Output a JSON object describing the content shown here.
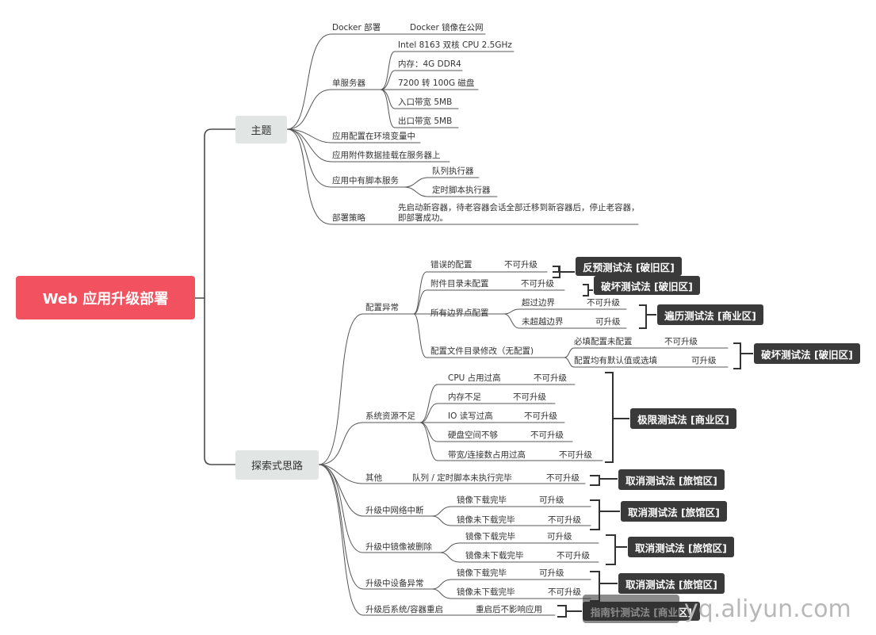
{
  "root": {
    "label": "Web 应用升级部署"
  },
  "branch_topic": {
    "label": "主题"
  },
  "branch_explore": {
    "label": "探索式思路"
  },
  "topic": {
    "docker_deploy": "Docker 部署",
    "docker_image": "Docker 镜像在公网",
    "single_server": "单服务器",
    "cpu": "Intel 8163 双核 CPU 2.5GHz",
    "memory": "内存：4G DDR4",
    "disk": "7200 转 100G 磁盘",
    "inbound": "入口带宽 5MB",
    "outbound": "出口带宽 5MB",
    "env_config": "应用配置在环境变量中",
    "attachment": "应用附件数据挂载在服务器上",
    "script_service": "应用中有脚本服务",
    "queue_executor": "队列执行器",
    "cron_executor": "定时脚本执行器",
    "deploy_strategy": "部署策略",
    "strategy_text": "先启动新容器，待老容器会话全部迁移到新容器后，停止老容器，即部署成功。"
  },
  "explore": {
    "config_error": "配置异常",
    "wrong_config": "错误的配置",
    "wrong_config_result": "不可升级",
    "attach_dir": "附件目录未配置",
    "attach_dir_result": "不可升级",
    "boundary": "所有边界点配置",
    "over_boundary": "超过边界",
    "over_boundary_result": "不可升级",
    "within_boundary": "未超越边界",
    "within_boundary_result": "可升级",
    "config_file": "配置文件目录修改（无配置)",
    "required_missing": "必填配置未配置",
    "required_missing_result": "不可升级",
    "defaults_ok": "配置均有默认值或选填",
    "defaults_ok_result": "可升级",
    "resources": "系统资源不足",
    "cpu_high": "CPU 占用过高",
    "cpu_high_result": "不可升级",
    "mem_low": "内存不足",
    "mem_low_result": "不可升级",
    "io_high": "IO 读写过高",
    "io_high_result": "不可升级",
    "disk_low": "硬盘空间不够",
    "disk_low_result": "不可升级",
    "bandwidth": "带宽/连接数占用过高",
    "bandwidth_result": "不可升级",
    "other": "其他",
    "queue_unfinished": "队列 / 定时脚本未执行完毕",
    "queue_unfinished_result": "不可升级",
    "network_break": "升级中网络中断",
    "image_done_1": "镜像下载完毕",
    "image_done_1_result": "可升级",
    "image_not_done_1": "镜像未下载完毕",
    "image_not_done_1_result": "不可升级",
    "image_deleted": "升级中镜像被删除",
    "image_done_2": "镜像下载完毕",
    "image_done_2_result": "可升级",
    "image_not_done_2": "镜像未下载完毕",
    "image_not_done_2_result": "不可升级",
    "device_error": "升级中设备异常",
    "image_done_3": "镜像下载完毕",
    "image_done_3_result": "可升级",
    "image_not_done_3": "镜像未下载完毕",
    "image_not_done_3_result": "不可升级",
    "restart": "升级后系统/容器重启",
    "restart_result": "重启后不影响应用"
  },
  "tags": {
    "t1": "反预测试法 [破旧区]",
    "t2": "破坏测试法 [破旧区]",
    "t3": "遍历测试法 [商业区]",
    "t4": "破坏测试法 [破旧区]",
    "t5": "极限测试法 [商业区]",
    "t6": "取消测试法 [旅馆区]",
    "t7": "取消测试法 [旅馆区]",
    "t8": "取消测试法 [旅馆区]",
    "t9": "取消测试法 [旅馆区]",
    "t10": "指南针测试法 [商业区]"
  },
  "watermark": {
    "text": "yq.aliyun.com"
  },
  "colors": {
    "root": "#f2525f",
    "branch": "#e1e6e5",
    "tag": "#3a3a3a",
    "line": "#4a4a4a"
  }
}
